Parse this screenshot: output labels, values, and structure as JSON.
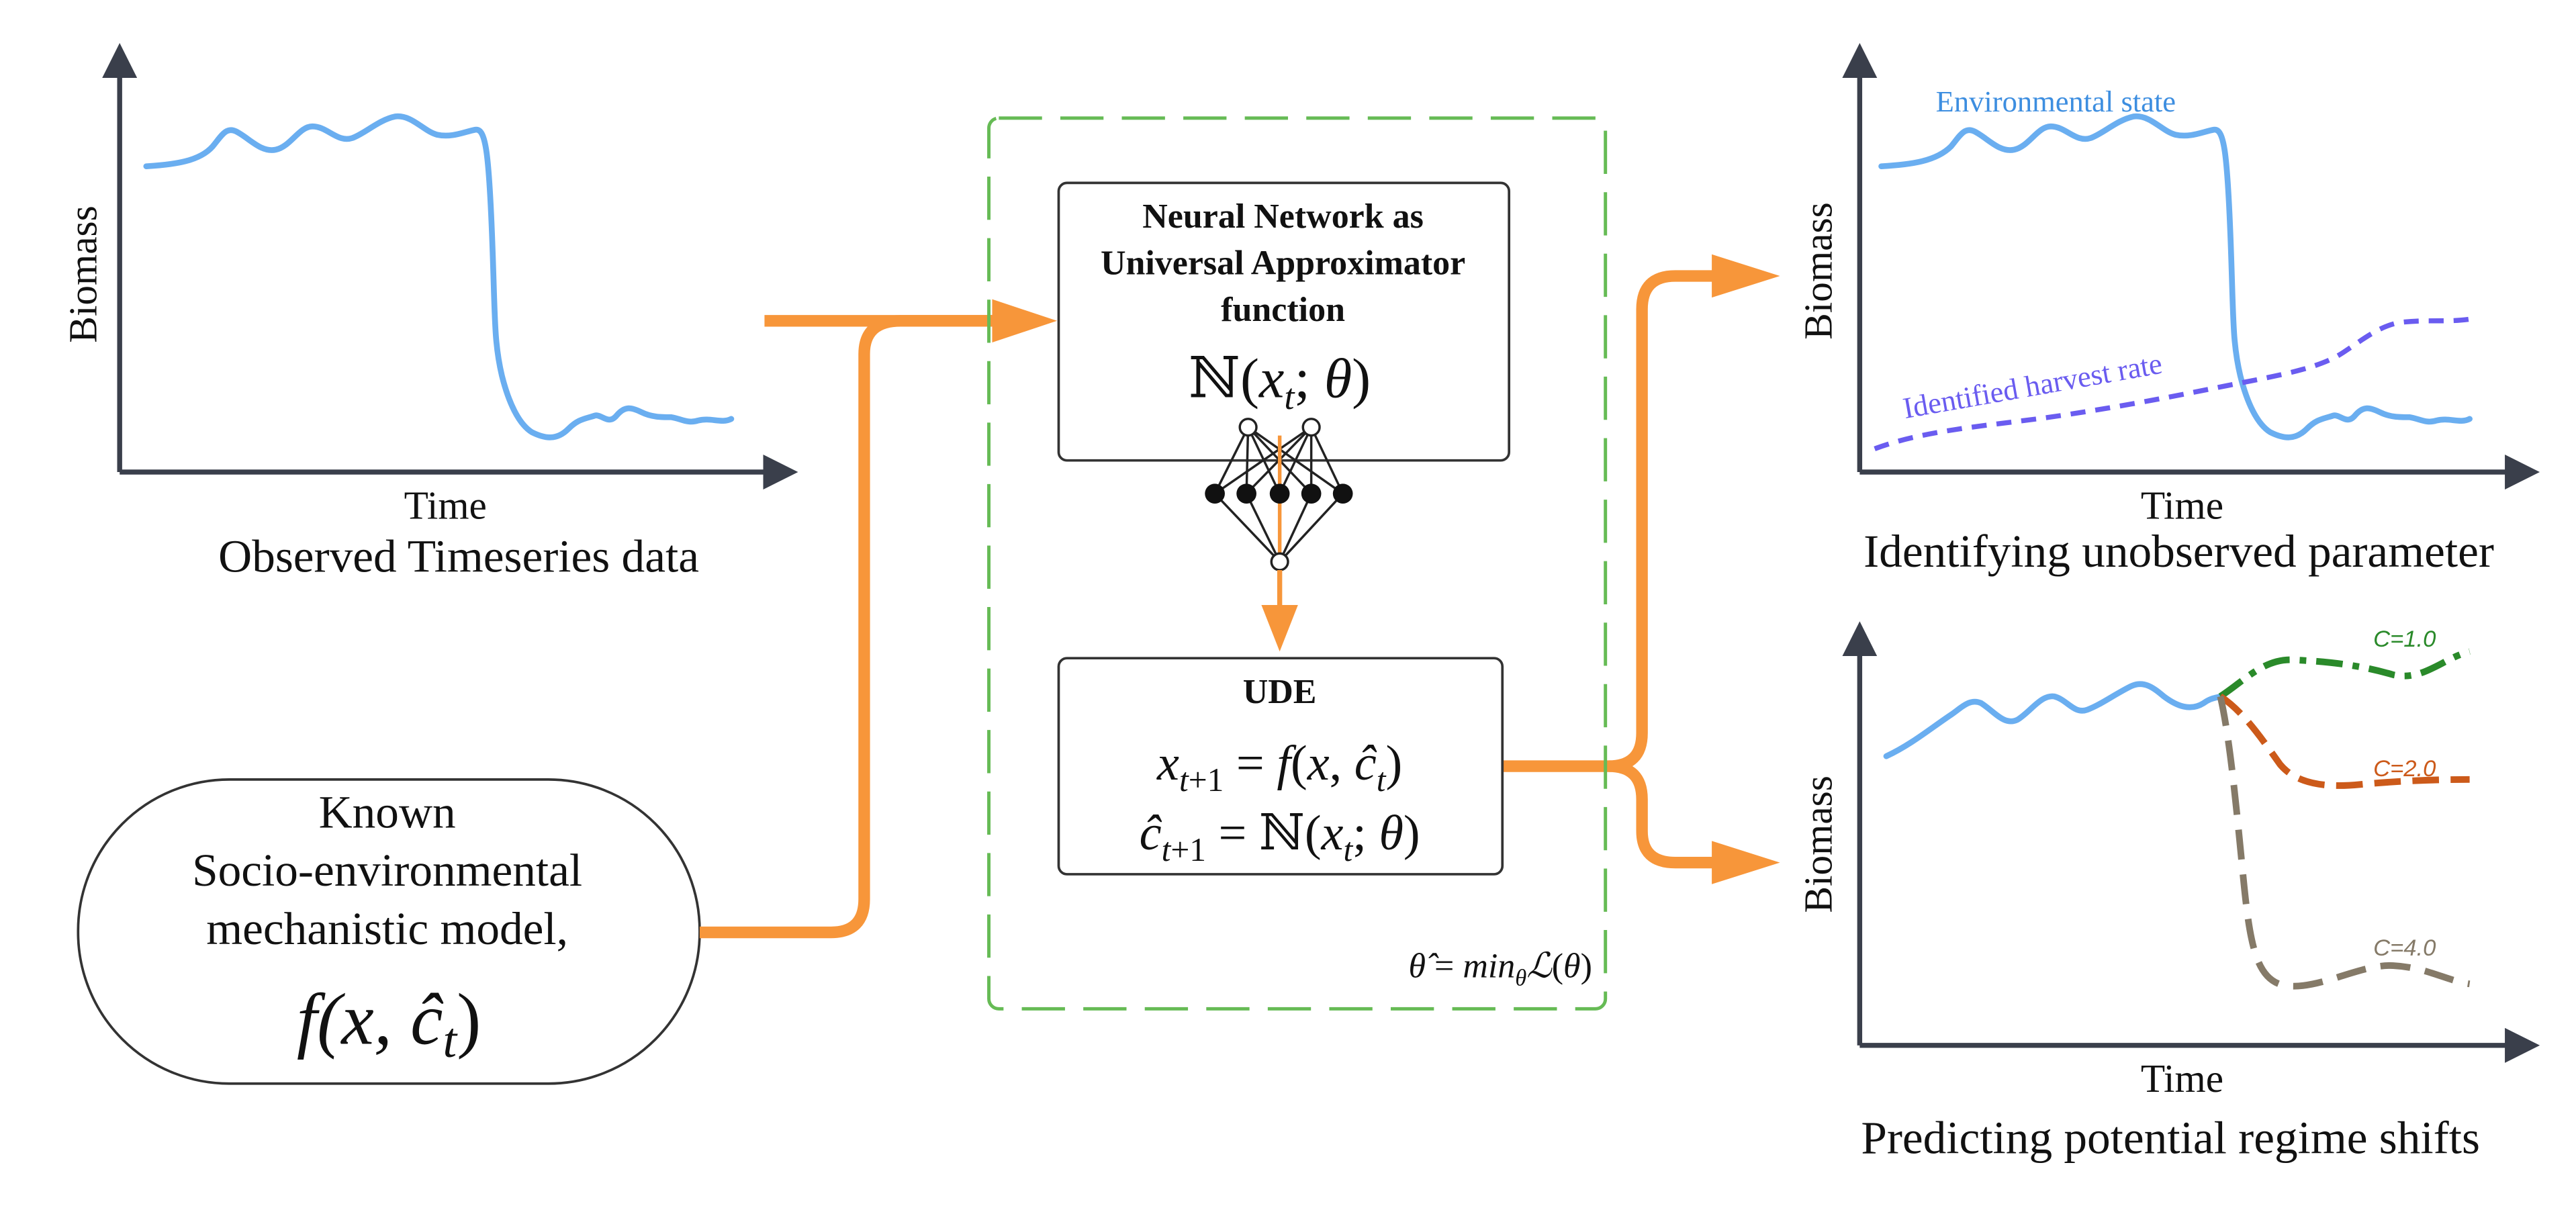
{
  "colors": {
    "observed": "#6aaef0",
    "arrow": "#f7963a",
    "harvest": "#6a5cf0",
    "scenario_c1": "#2a8a2a",
    "scenario_c2": "#cc5a1a",
    "scenario_c4": "#857a68",
    "dashed_box": "#66bb55",
    "axis": "#3a3f4b"
  },
  "panel_observed": {
    "ylabel": "Biomass",
    "xlabel": "Time",
    "caption": "Observed Timeseries data"
  },
  "panel_identify": {
    "ylabel": "Biomass",
    "xlabel": "Time",
    "caption": "Identifying unobserved parameter",
    "series_label_state": "Environmental state",
    "series_label_harvest": "Identified harvest rate"
  },
  "panel_predict": {
    "ylabel": "Biomass",
    "xlabel": "Time",
    "caption": "Predicting potential regime shifts",
    "scenario_labels": [
      "C=1.0",
      "C=2.0",
      "C=4.0"
    ]
  },
  "mechanistic_model": {
    "line1": "Known",
    "line2": "Socio-environmental",
    "line3": "mechanistic model,"
  },
  "nn_box": {
    "line1": "Neural Network as",
    "line2": "Universal Approximator",
    "line3": "function"
  },
  "ude_box": {
    "title": "UDE"
  }
}
